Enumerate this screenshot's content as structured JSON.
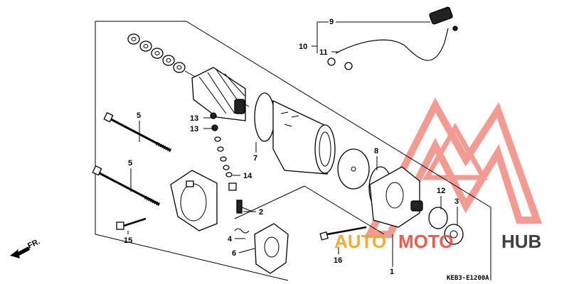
{
  "diagram": {
    "code": "KEB3-E1200A",
    "front_label": "FR.",
    "callouts": [
      {
        "id": "c1",
        "text": "1"
      },
      {
        "id": "c2",
        "text": "2"
      },
      {
        "id": "c3",
        "text": "3"
      },
      {
        "id": "c4",
        "text": "4"
      },
      {
        "id": "c5a",
        "text": "5"
      },
      {
        "id": "c5b",
        "text": "5"
      },
      {
        "id": "c6",
        "text": "6"
      },
      {
        "id": "c7",
        "text": "7"
      },
      {
        "id": "c8",
        "text": "8"
      },
      {
        "id": "c9",
        "text": "9"
      },
      {
        "id": "c10",
        "text": "10"
      },
      {
        "id": "c11",
        "text": "11"
      },
      {
        "id": "c12",
        "text": "12"
      },
      {
        "id": "c13a",
        "text": "13"
      },
      {
        "id": "c13b",
        "text": "13"
      },
      {
        "id": "c14",
        "text": "14"
      },
      {
        "id": "c15",
        "text": "15"
      },
      {
        "id": "c16",
        "text": "16"
      }
    ]
  },
  "watermark": {
    "part1": "AUTO",
    "part2": "MOTO",
    "part3": "HUB",
    "colors": {
      "logo_red": "#ea4b3c",
      "logo_orange": "#f0a428",
      "logo_dark": "#2b2b2b"
    }
  }
}
